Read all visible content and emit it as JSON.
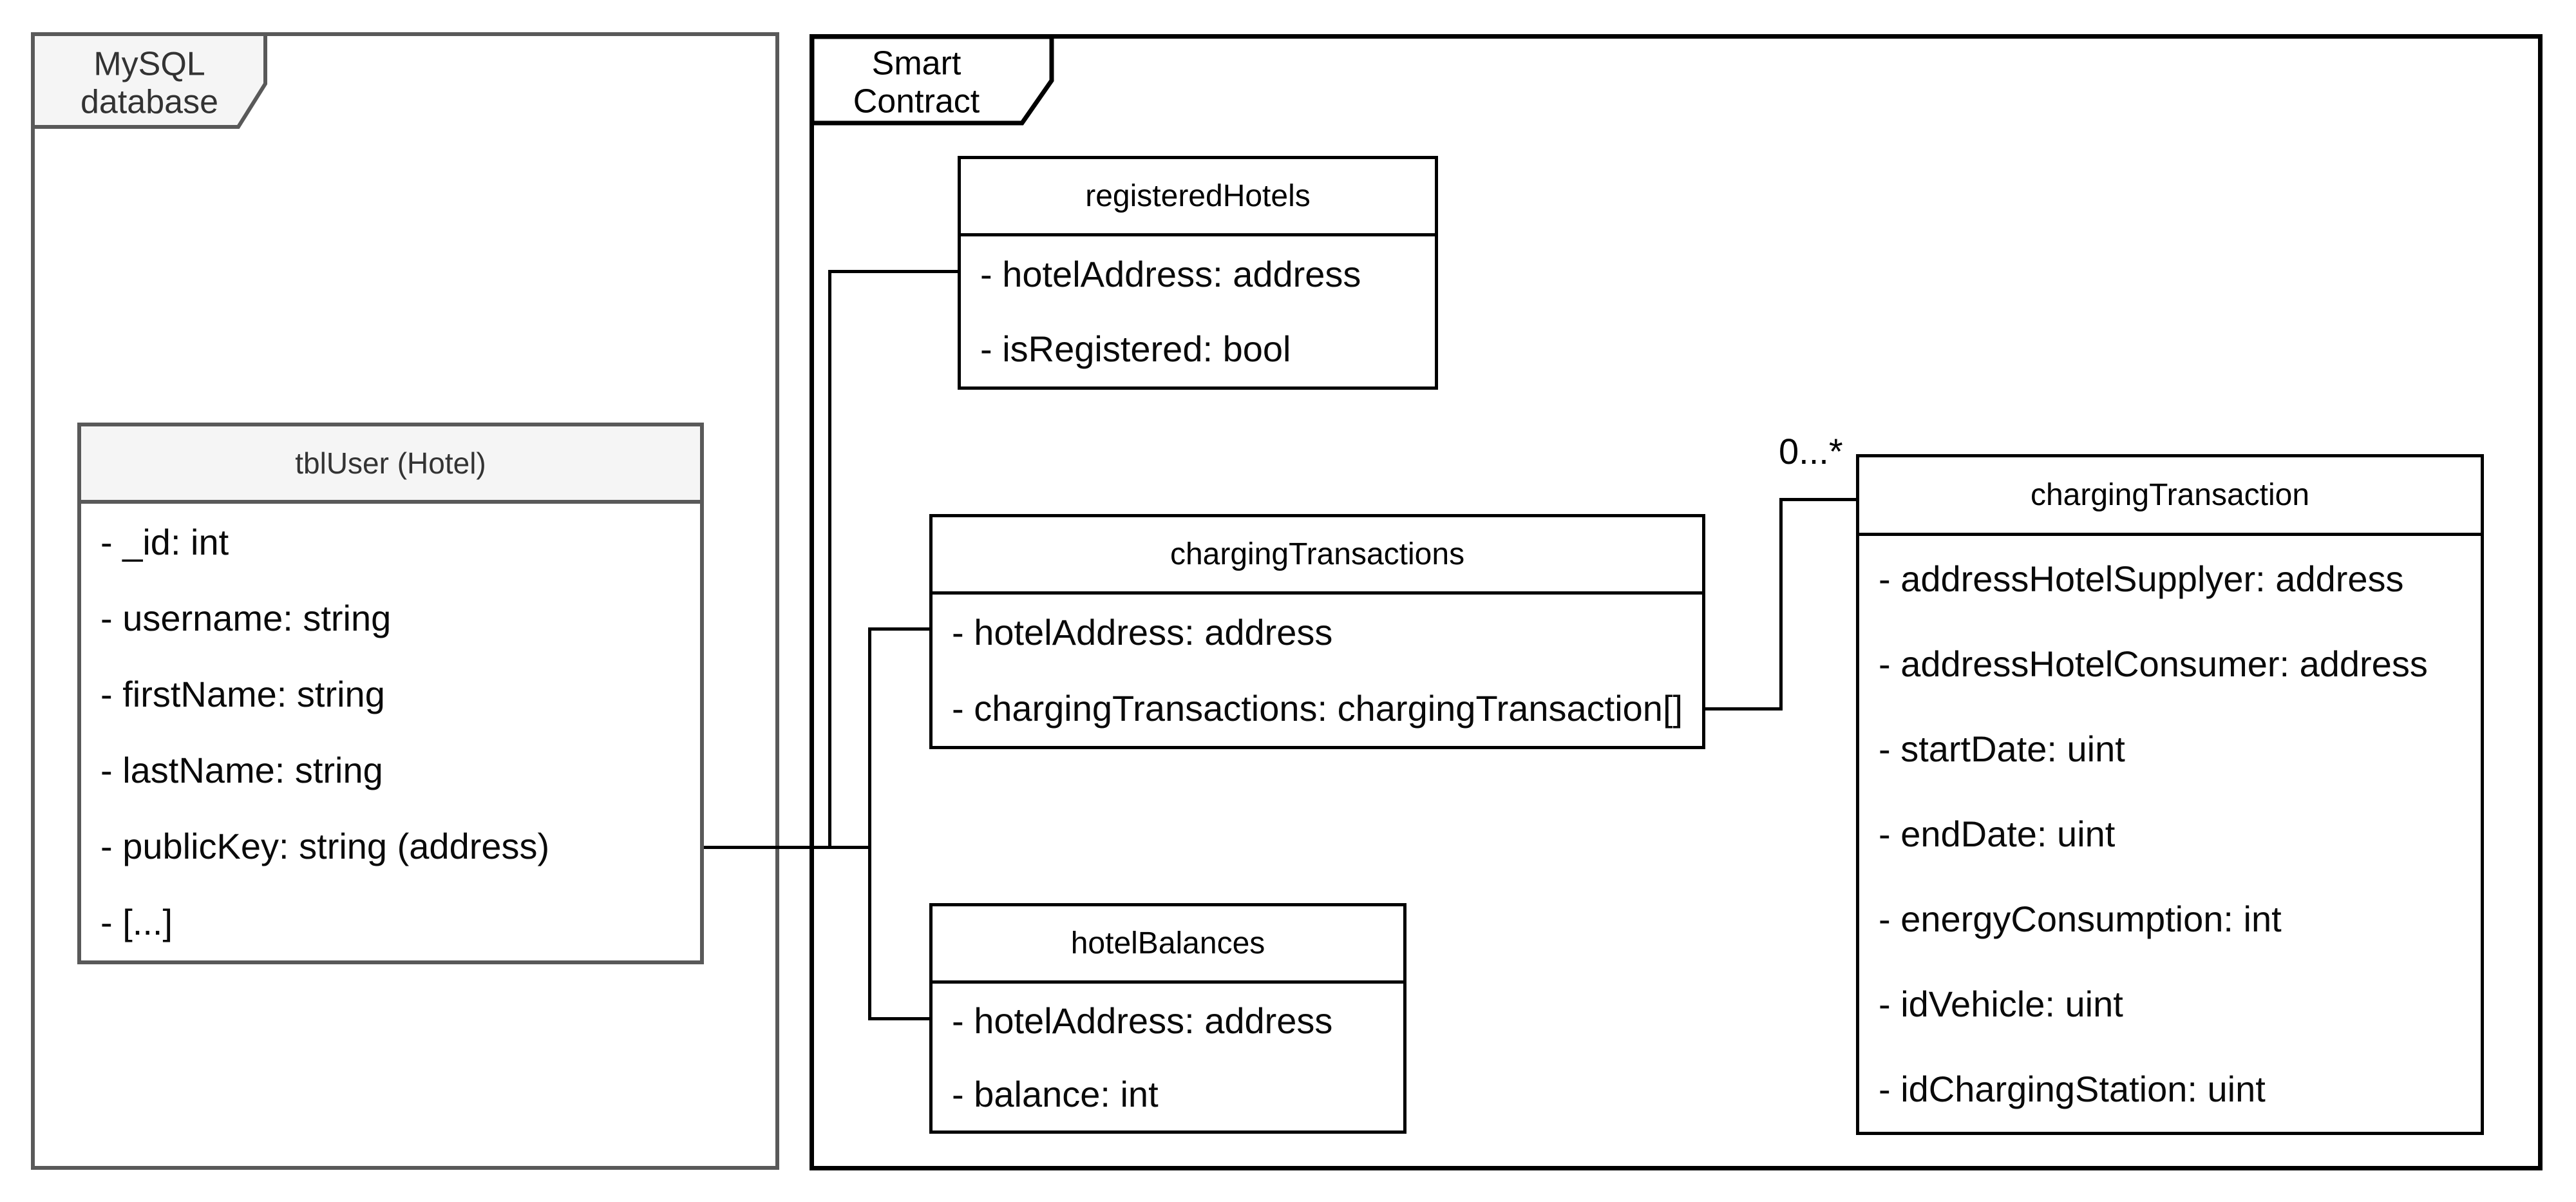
{
  "packages": {
    "mysql": {
      "label_line1": "MySQL",
      "label_line2": "database"
    },
    "smart_contract": {
      "label_line1": "Smart",
      "label_line2": "Contract"
    }
  },
  "classes": {
    "tblUser": {
      "title": "tblUser (Hotel)",
      "attributes": [
        "- _id: int",
        "- username: string",
        "- firstName: string",
        "- lastName: string",
        "- publicKey: string (address)",
        "- [...]"
      ]
    },
    "registeredHotels": {
      "title": "registeredHotels",
      "attributes": [
        "- hotelAddress: address",
        "- isRegistered: bool"
      ]
    },
    "chargingTransactions": {
      "title": "chargingTransactions",
      "attributes": [
        "- hotelAddress: address",
        "- chargingTransactions: chargingTransaction[]"
      ]
    },
    "hotelBalances": {
      "title": "hotelBalances",
      "attributes": [
        "- hotelAddress: address",
        "- balance: int"
      ]
    },
    "chargingTransaction": {
      "title": "chargingTransaction",
      "attributes": [
        "- addressHotelSupplyer: address",
        "- addressHotelConsumer: address",
        "- startDate: uint",
        "- endDate: uint",
        "- energyConsumption: int",
        "- idVehicle: uint",
        "- idChargingStation: uint"
      ]
    }
  },
  "relations": {
    "multiplicity": "0...*"
  },
  "colors": {
    "mysql_border": "#595959",
    "mysql_tab_fill": "#f5f5f5",
    "mysql_text": "#333333",
    "contract_border": "#000000",
    "box_fill": "#ffffff",
    "attribute_text": "#0a0a0a"
  }
}
